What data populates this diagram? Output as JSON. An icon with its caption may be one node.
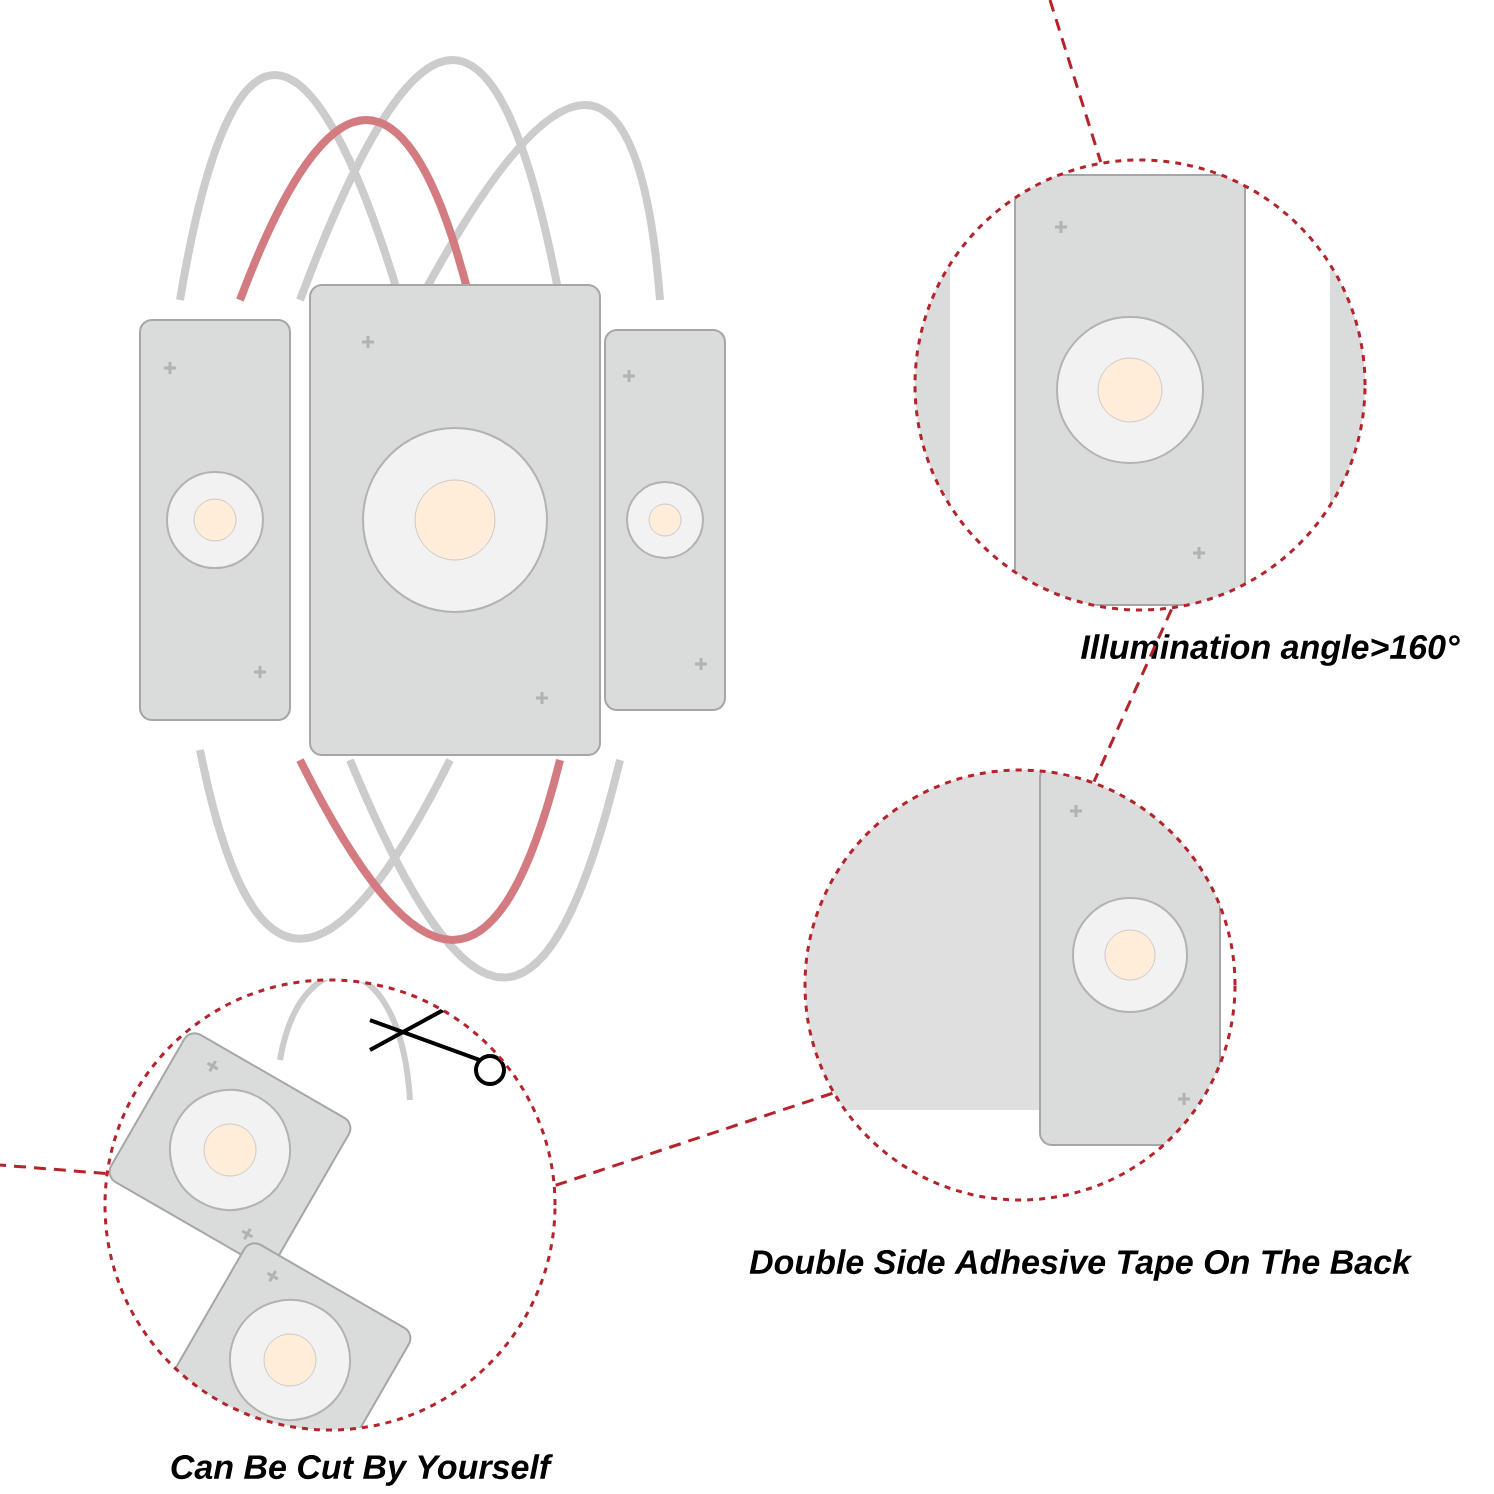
{
  "diagram": {
    "nodes": [
      {
        "text": [],
        "shape": "picture",
        "beside": [
          "Illumination angle>160°"
        ]
      },
      {
        "text": [],
        "shape": "picture",
        "beside": [
          "Double Side Adhesive Tape On The Back"
        ]
      },
      {
        "text": [],
        "shape": "picture",
        "beside": [
          "Can Be Cut By Yourself"
        ]
      }
    ],
    "edges": [
      {
        "from": null,
        "to": 0,
        "arrow": "none",
        "style": "dashed"
      },
      {
        "from": 0,
        "to": 1,
        "arrow": "none",
        "style": "dashed"
      },
      {
        "from": 1,
        "to": 2,
        "arrow": "none",
        "style": "dashed"
      },
      {
        "from": 2,
        "to": null,
        "arrow": "none",
        "style": "dashed"
      }
    ]
  }
}
